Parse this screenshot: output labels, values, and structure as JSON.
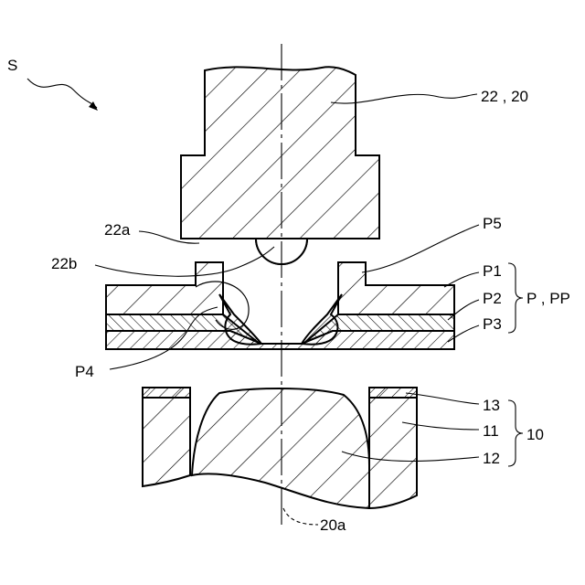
{
  "figure": {
    "labels": {
      "s": "S",
      "tool": "22 , 20",
      "tool_face": "22a",
      "tool_tip": "22b",
      "plate_edge": "P5",
      "layer_1": "P1",
      "layer_2": "P2",
      "layer_3": "P3",
      "plate_group": "P , PP",
      "fold": "P4",
      "die_ring_top": "13",
      "die_ring": "11",
      "die_core": "12",
      "die_group": "10",
      "axis": "20a"
    },
    "colors": {
      "line": "#000000",
      "background": "#ffffff"
    }
  }
}
